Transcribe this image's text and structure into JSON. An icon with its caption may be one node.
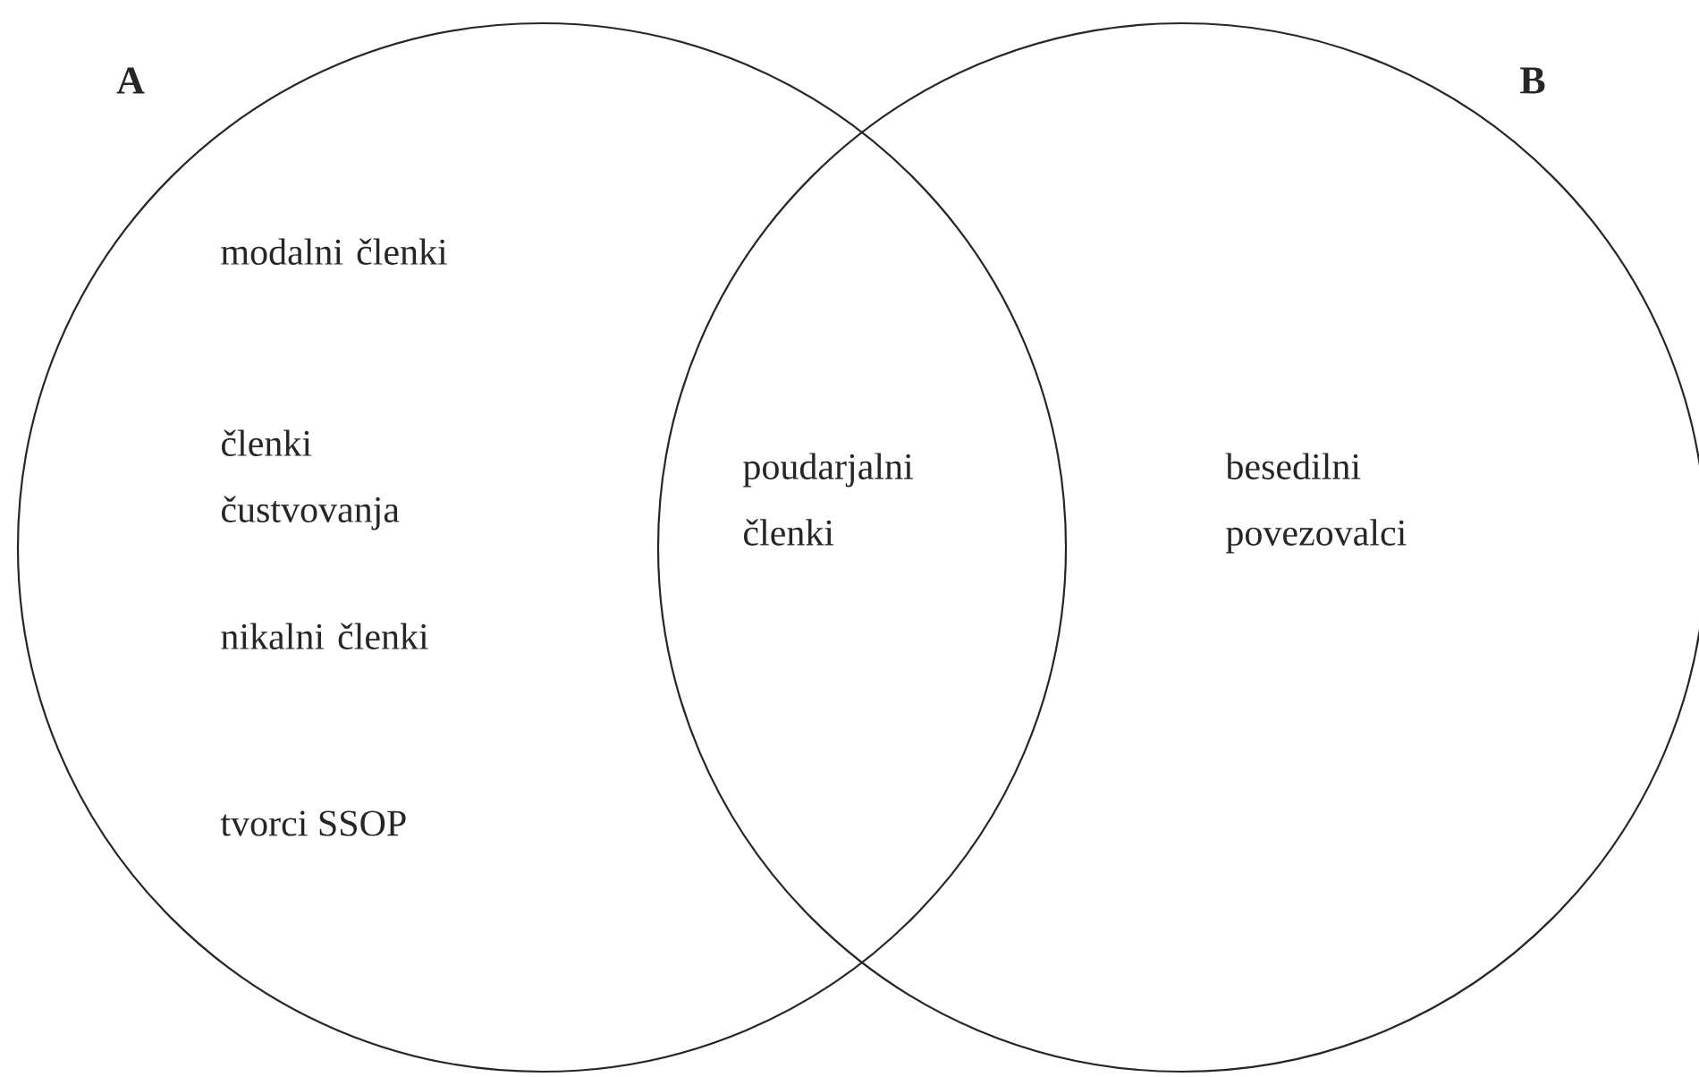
{
  "diagram": {
    "nodes": [
      {
        "text": [
          "A",
          "modalni členki",
          "členki čustvovanja",
          "nikalni členki",
          "tvorci SSOP"
        ]
      },
      {
        "text": [
          "B",
          "besedilni povezovalci"
        ]
      }
    ],
    "labels": [
      "poudarjalni členki"
    ]
  }
}
